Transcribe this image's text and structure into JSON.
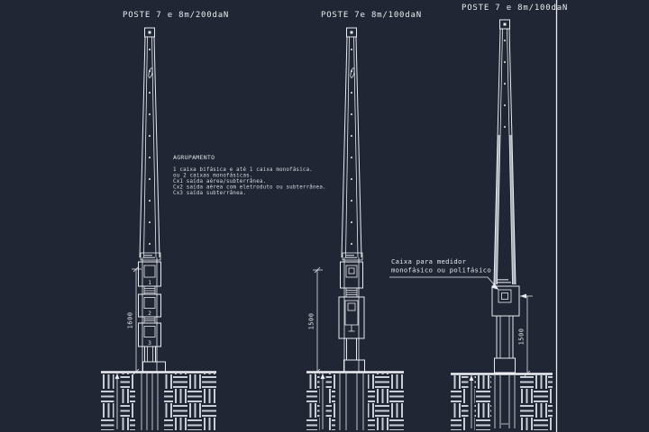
{
  "drawing": {
    "background_color": "#202633",
    "line_color": "#e8ebf0",
    "poles": [
      {
        "title": "POSTE 7 e 8m/200daN",
        "dimension": "1600",
        "box_labels": [
          "1",
          "2",
          "3"
        ]
      },
      {
        "title": "POSTE 7e 8m/100daN",
        "dimension": "1500",
        "box_labels": []
      },
      {
        "title": "POSTE 7 e 8m/100daN",
        "dimension": "1500",
        "box_labels": []
      }
    ],
    "notes": {
      "title": "AGRUPAMENTO",
      "lines": [
        "1 caixa bifásica e até 1 caixa monofásica.",
        "ou 2 caixas monofásicas.",
        "Cx1 saída aérea/subterrânea.",
        "Cx2 saída aérea com eletroduto ou subterrânea.",
        "Cx3 saída subterrânea."
      ]
    },
    "callout": {
      "line1": "Caixa para medidor",
      "line2": "monofásico ou polifásico"
    }
  }
}
